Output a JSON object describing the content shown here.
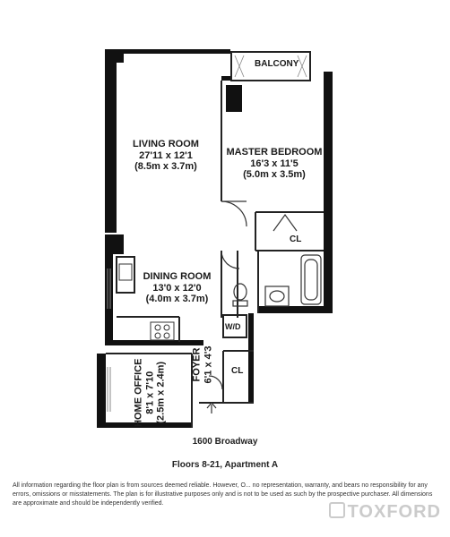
{
  "rooms": {
    "living_room": {
      "name": "LIVING ROOM",
      "dims": "27'11 x 12'1",
      "metric": "(8.5m x 3.7m)"
    },
    "master_bedroom": {
      "name": "MASTER BEDROOM",
      "dims": "16'3 x 11'5",
      "metric": "(5.0m x 3.5m)"
    },
    "dining_room": {
      "name": "DINING ROOM",
      "dims": "13'0 x 12'0",
      "metric": "(4.0m x 3.7m)"
    },
    "home_office": {
      "name": "HOME OFFICE",
      "dims": "8'1 x 7'10",
      "metric": "(2.5m x 2.4m)"
    },
    "foyer": {
      "name": "FOYER",
      "dims": "6'1 x 4'3"
    }
  },
  "labels": {
    "balcony": "BALCONY",
    "closet_bedroom": "CL",
    "closet_foyer": "CL",
    "washer_dryer": "W/D"
  },
  "caption": {
    "address": "1600 Broadway",
    "unit": "Floors 8-21, Apartment A"
  },
  "disclaimer": "All information regarding the floor plan is from sources deemed reliable. However, O... no representation, warranty, and bears no responsibility for any errors, omissions or misstatements. The plan is for illustrative purposes only and is not to be used as such by the prospective purchaser. All dimensions are approximate and should be independently verified.",
  "watermark": "TOXFORD",
  "colors": {
    "wall": "#111111",
    "line": "#222222",
    "floor": "#ffffff"
  }
}
